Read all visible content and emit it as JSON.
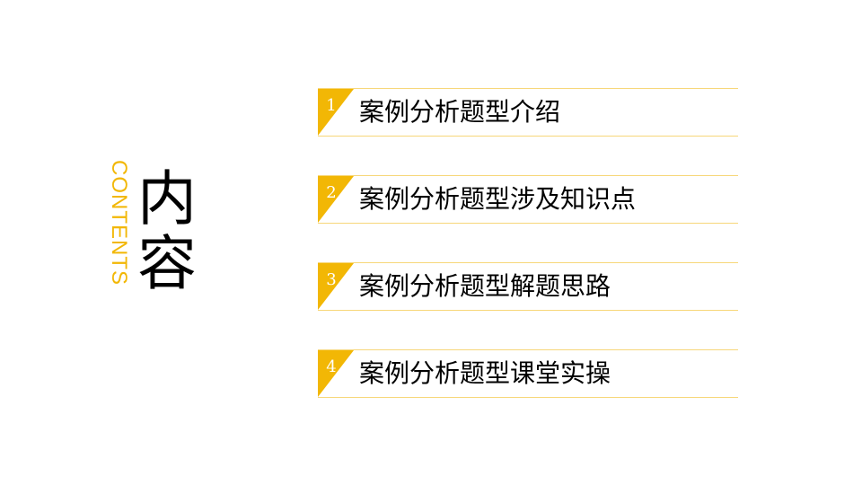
{
  "side": {
    "en": "CONTENTS",
    "cn": "内容"
  },
  "items": [
    {
      "num": "1",
      "label": "案例分析题型介绍"
    },
    {
      "num": "2",
      "label": "案例分析题型涉及知识点"
    },
    {
      "num": "3",
      "label": "案例分析题型解题思路"
    },
    {
      "num": "4",
      "label": "案例分析题型课堂实操"
    }
  ],
  "colors": {
    "accent": "#f2b705",
    "line": "#f7d77a"
  }
}
